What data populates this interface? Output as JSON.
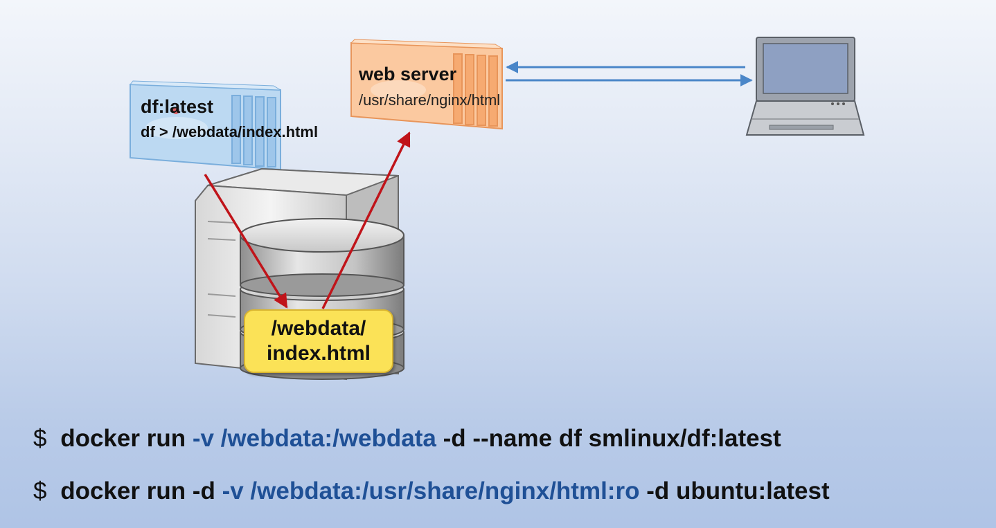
{
  "containers": {
    "df": {
      "name": "df:latest",
      "command": "df > /webdata/index.html"
    },
    "web": {
      "name": "web server",
      "path": "/usr/share/nginx/html"
    }
  },
  "volume_note": {
    "line1": "/webdata/",
    "line2": "index.html"
  },
  "commands": [
    {
      "prompt": "$",
      "parts": [
        {
          "text": "docker run",
          "highlight": false
        },
        {
          "text": "-v /webdata:/webdata",
          "highlight": true
        },
        {
          "text": "-d --name df smlinux/df:latest",
          "highlight": false
        }
      ]
    },
    {
      "prompt": "$",
      "parts": [
        {
          "text": "docker run -d",
          "highlight": false
        },
        {
          "text": "-v /webdata:/usr/share/nginx/html:ro",
          "highlight": true
        },
        {
          "text": "-d ubuntu:latest",
          "highlight": false
        }
      ]
    }
  ],
  "colors": {
    "flow_arrow": "#c0141a",
    "client_arrow": "#4a86c8",
    "highlight_text": "#1f5096",
    "note_fill": "#fbe257",
    "df_container": "#a9cdec",
    "web_container": "#f8b685"
  },
  "icons": [
    "container-icon",
    "server-icon",
    "database-icon",
    "laptop-icon"
  ]
}
